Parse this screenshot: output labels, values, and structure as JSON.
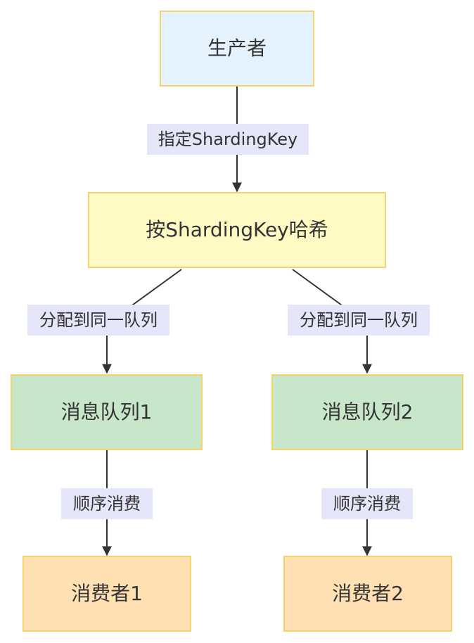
{
  "nodes": {
    "producer": {
      "label": "生产者",
      "fill": "#e3f2fd"
    },
    "hash": {
      "label": "按ShardingKey哈希",
      "fill": "#fff9c4"
    },
    "queue1": {
      "label": "消息队列1",
      "fill": "#c8e6c9"
    },
    "queue2": {
      "label": "消息队列2",
      "fill": "#c8e6c9"
    },
    "consumer1": {
      "label": "消费者1",
      "fill": "#ffe0b2"
    },
    "consumer2": {
      "label": "消费者2",
      "fill": "#ffe0b2"
    }
  },
  "edges": {
    "producer_to_hash": {
      "label": "指定ShardingKey"
    },
    "hash_to_queue1": {
      "label": "分配到同一队列"
    },
    "hash_to_queue2": {
      "label": "分配到同一队列"
    },
    "queue1_to_consumer1": {
      "label": "顺序消费"
    },
    "queue2_to_consumer2": {
      "label": "顺序消费"
    }
  },
  "colors": {
    "node_border": "#f6d36a",
    "edge_line": "#333333",
    "edge_label_bg": "#e6e6fa"
  }
}
